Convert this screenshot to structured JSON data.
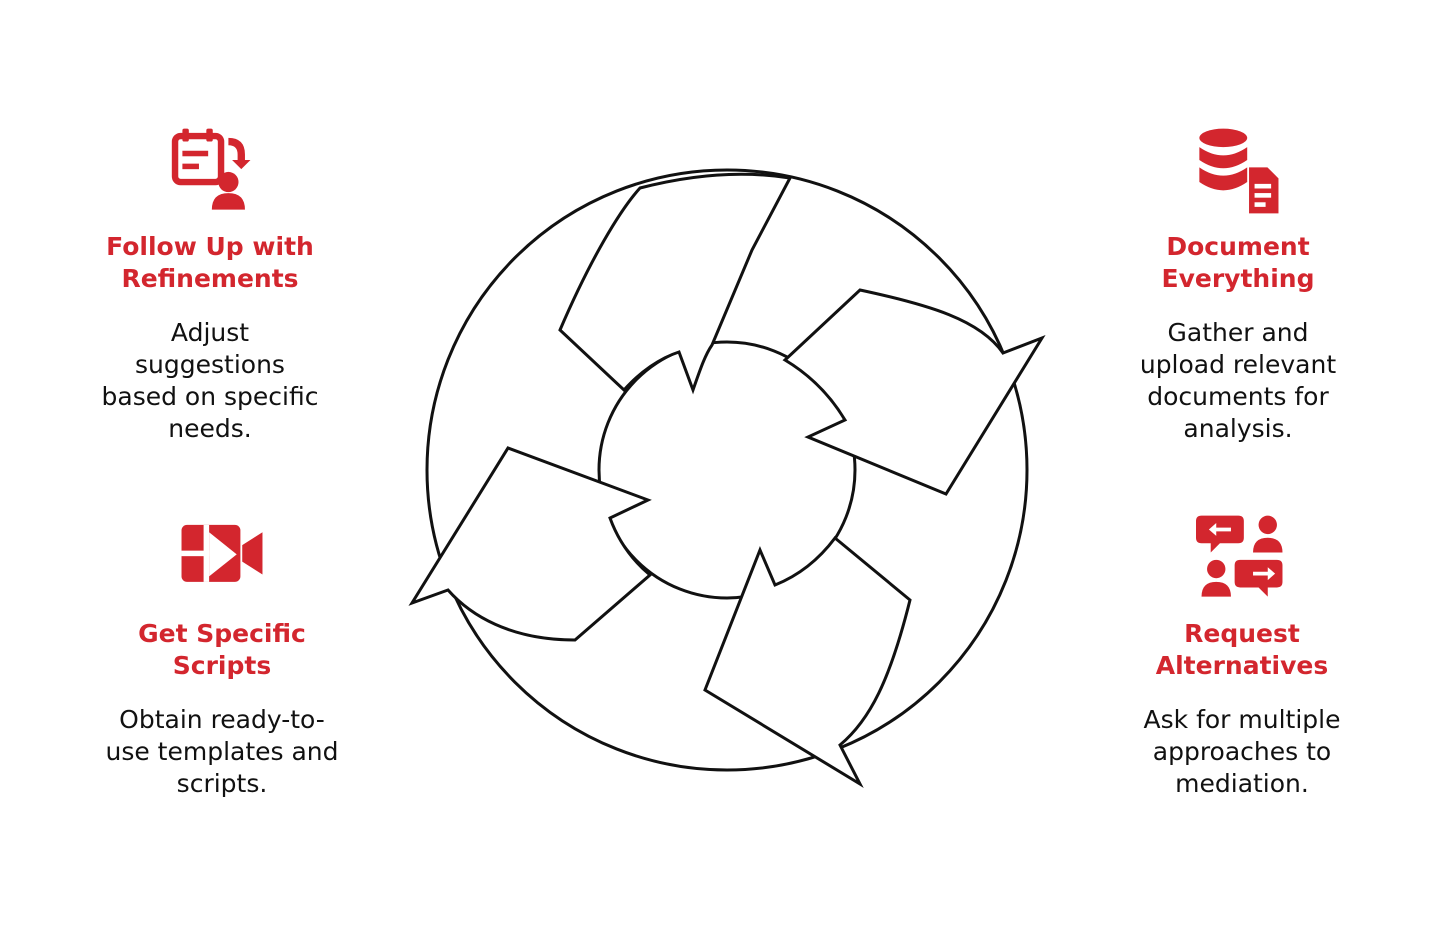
{
  "steps": {
    "follow_up": {
      "title_line1": "Follow Up with",
      "title_line2": "Refinements",
      "desc_line1": "Adjust",
      "desc_line2": "suggestions",
      "desc_line3": "based on specific",
      "desc_line4": "needs.",
      "icon": "calendar-person-icon"
    },
    "document": {
      "title_line1": "Document",
      "title_line2": "Everything",
      "desc_line1": "Gather and",
      "desc_line2": "upload relevant",
      "desc_line3": "documents for",
      "desc_line4": "analysis.",
      "icon": "database-document-icon"
    },
    "scripts": {
      "title_line1": "Get Specific",
      "title_line2": "Scripts",
      "desc_line1": "Obtain ready-to-",
      "desc_line2": "use templates and",
      "desc_line3": "scripts.",
      "icon": "video-camera-icon"
    },
    "alternatives": {
      "title_line1": "Request",
      "title_line2": "Alternatives",
      "desc_line1": "Ask for multiple",
      "desc_line2": "approaches to",
      "desc_line3": "mediation.",
      "icon": "conversation-icon"
    }
  },
  "colors": {
    "accent": "#d3262e",
    "text": "#111111",
    "outline": "#111111"
  }
}
